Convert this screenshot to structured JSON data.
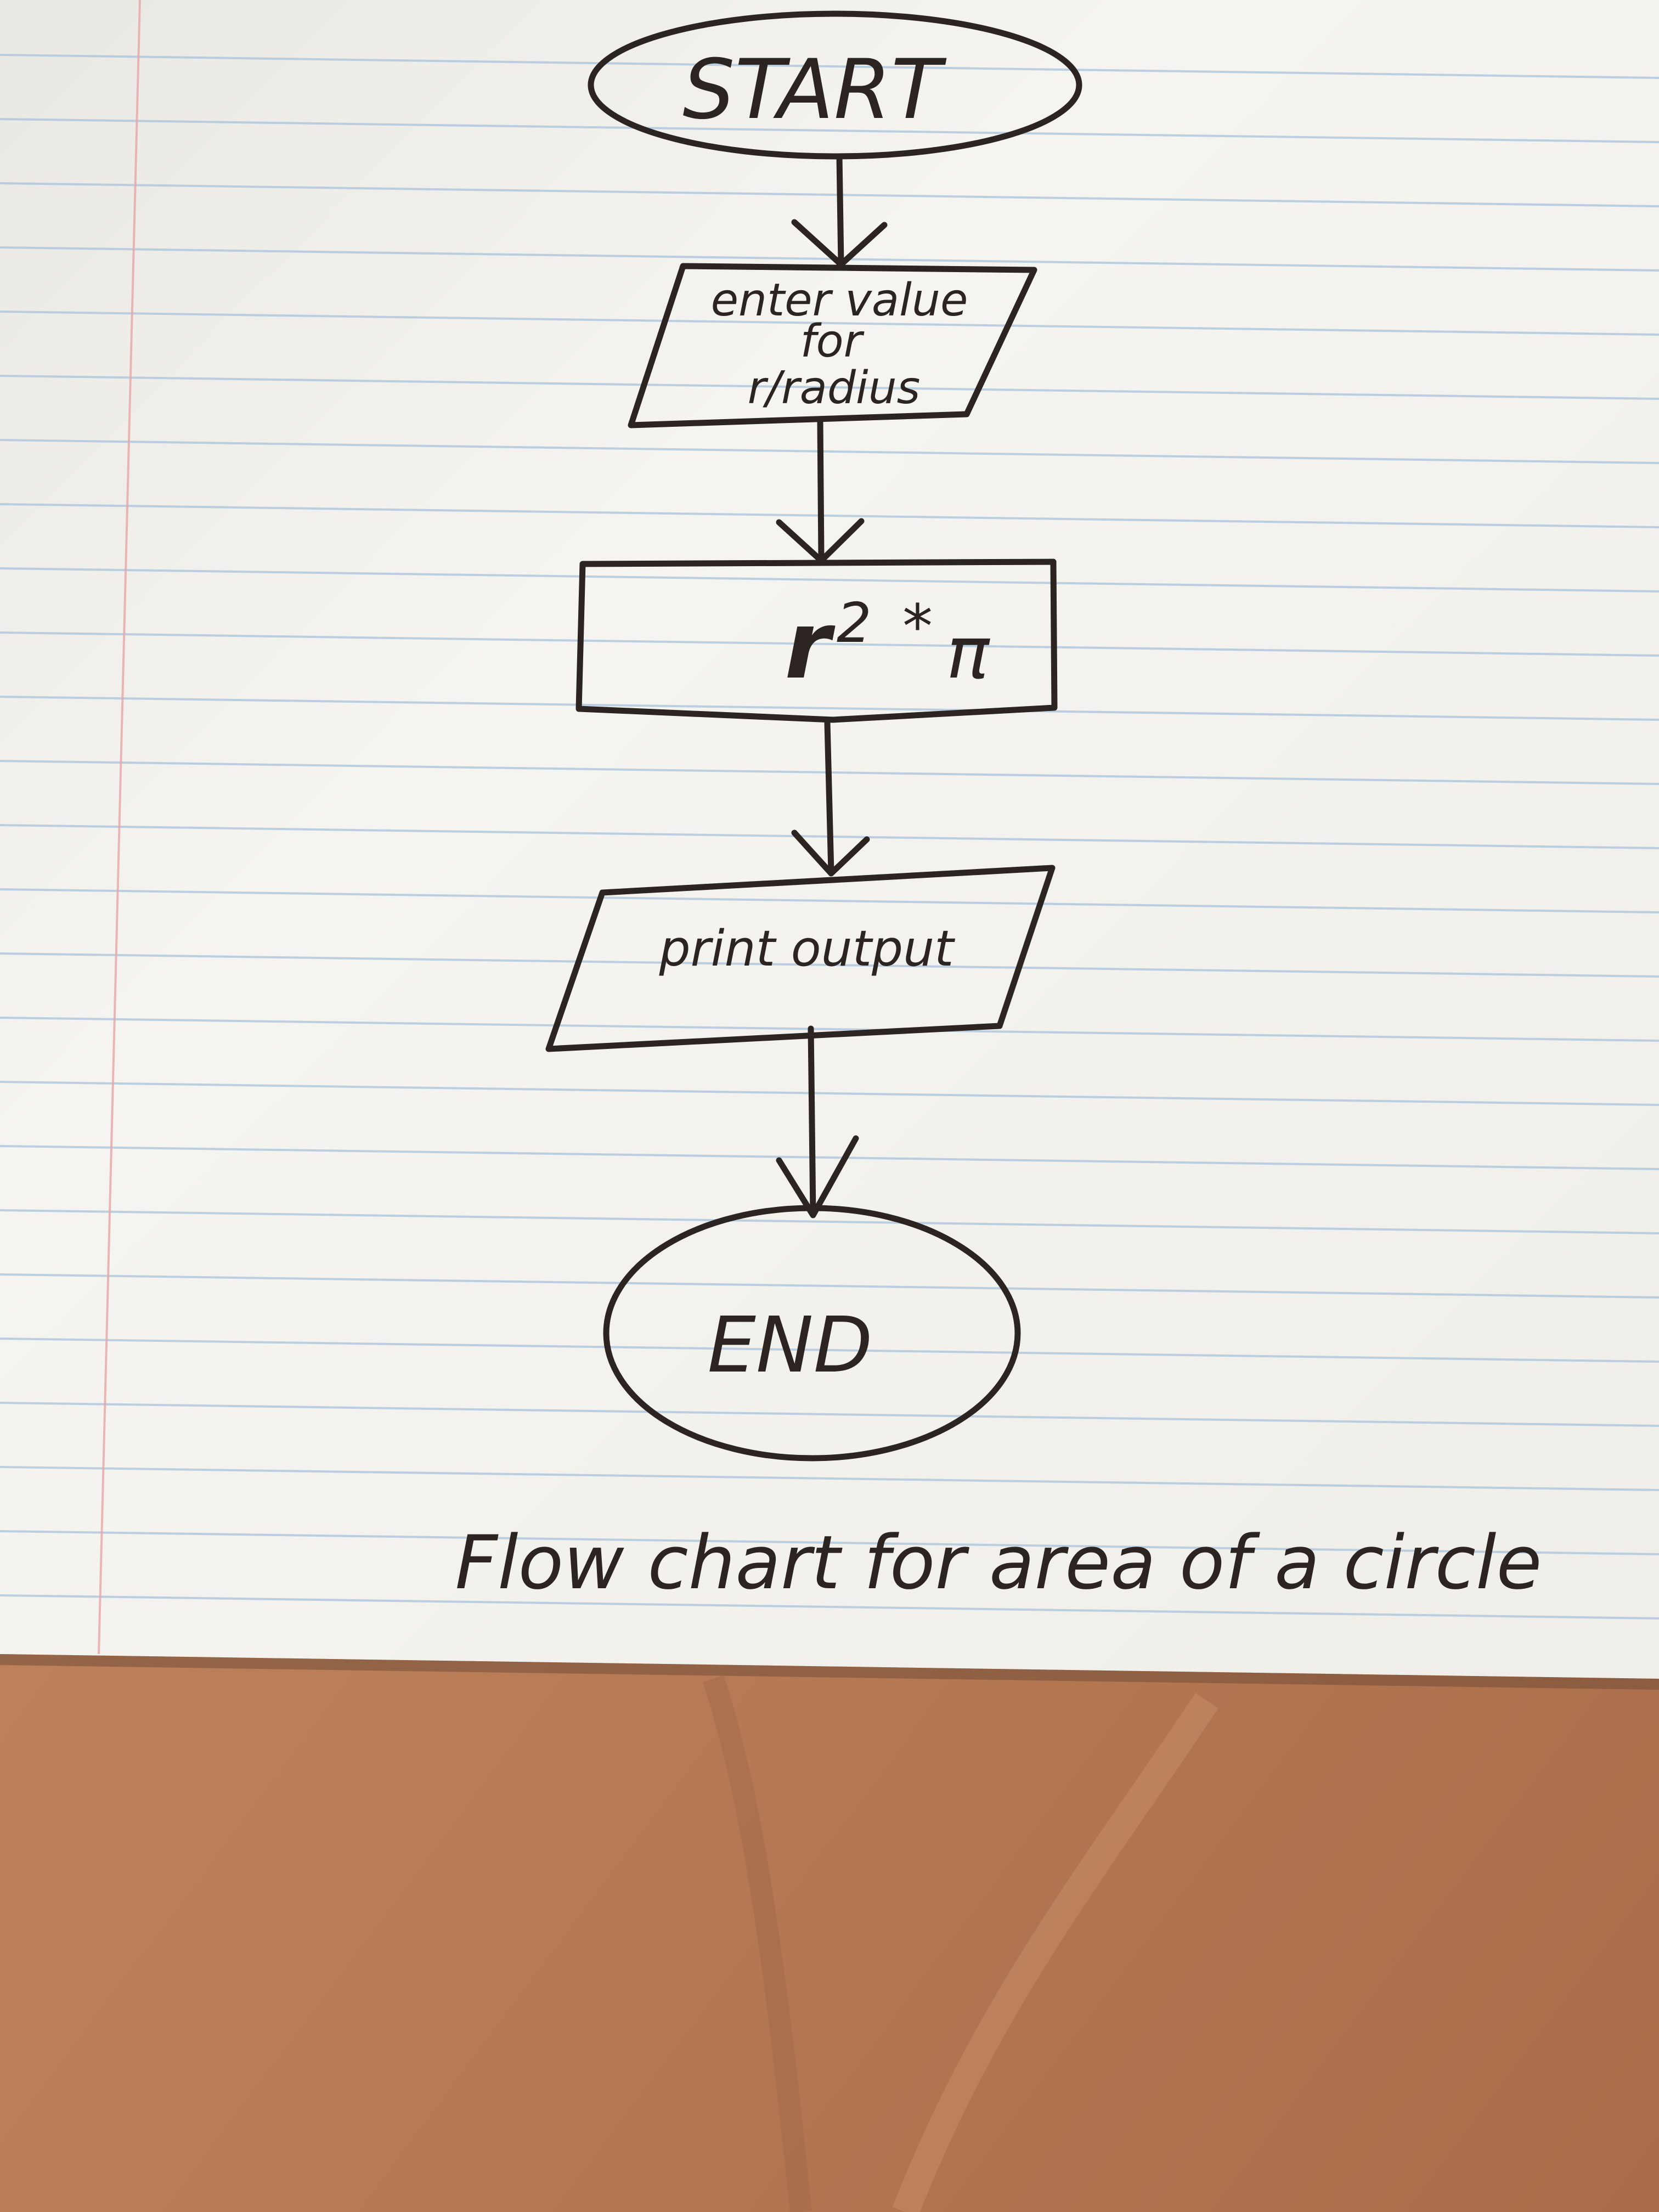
{
  "diagram": {
    "type": "flowchart",
    "nodes": [
      {
        "id": "start",
        "shape": "terminator",
        "label_lines": [
          "START"
        ]
      },
      {
        "id": "input",
        "shape": "input-output",
        "label_lines": [
          "enter value",
          "for",
          "r/radius"
        ]
      },
      {
        "id": "process",
        "shape": "process",
        "label_lines": [
          "r",
          "2",
          "*",
          "π"
        ]
      },
      {
        "id": "output",
        "shape": "input-output",
        "label_lines": [
          "print output"
        ]
      },
      {
        "id": "end",
        "shape": "terminator",
        "label_lines": [
          "END"
        ]
      }
    ],
    "edges": [
      {
        "from": "start",
        "to": "input"
      },
      {
        "from": "input",
        "to": "process"
      },
      {
        "from": "process",
        "to": "output"
      },
      {
        "from": "output",
        "to": "end"
      }
    ],
    "caption": "Flow chart for area of a circle"
  },
  "colors": {
    "paper": "#f4f3ef",
    "ink": "#2b2420",
    "rule_line": "#a9c3dd",
    "margin_line": "#e8a7a7",
    "fabric": "#c08560"
  }
}
